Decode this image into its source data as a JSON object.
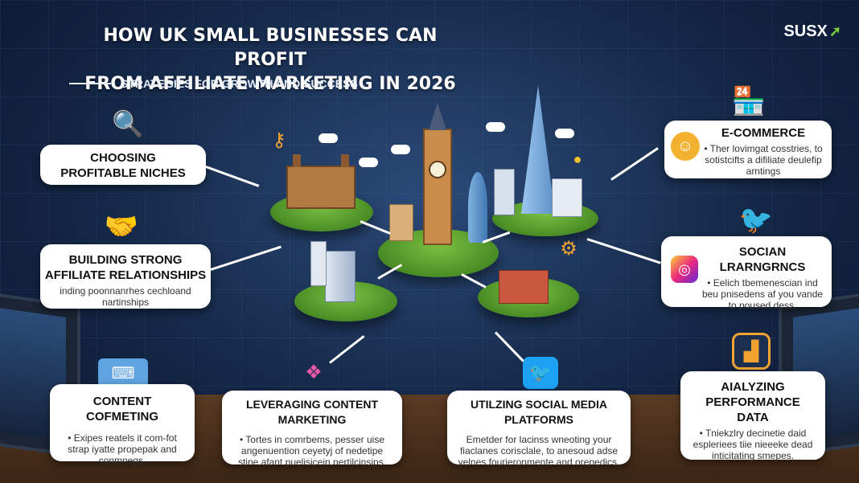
{
  "header": {
    "title_line1": "HOW UK SMALL BUSINESSES CAN PROFIT",
    "title_line2": "FROM AFFILIATE MARKETING IN 2026",
    "subtitle": "STRATEGIES FOR GROWTH AND SUCCESS"
  },
  "brand": {
    "name": "SUSX",
    "mark": "➚"
  },
  "cards": {
    "niches": {
      "title_line1": "CHOOSING",
      "title_line2": "PROFITABLE NICHES"
    },
    "relationships": {
      "title_line1": "BUILDING STRONG",
      "title_line2": "AFFILIATE RELATIONSHIPS",
      "body": "inding poonnanrhes cechloand nartinships"
    },
    "content": {
      "title": "CONTENT COFMETING",
      "body": "• Exipes reatels it com-fot strap iyatte propepak and conmnegs."
    },
    "leveraging": {
      "title": "LEVERAGING CONTENT MARKETING",
      "body": "• Tortes in comrbems, pesser uise angenuention ceyetyj of nedetipe stine afant puelisicein nertilcinsips."
    },
    "social": {
      "title": "UTILZING SOCIAL MEDIA PLATFORMS",
      "body": "Emetder for lacinss wneoting your fiaclanes corisclale, to anesoud adse yelnes fourieronmente and orepedics."
    },
    "analyzing": {
      "title_line1": "AIALYZING",
      "title_line2": "PERFORMANCE DATA",
      "body": "• Tniekzlry decinetie daid espleriees tiie nieeeke dead inticitating smepes."
    },
    "ecommerce": {
      "title": "E-COMMERCE",
      "body": "• Ther lovimgat cosstries, to sotistcifts a difiliate deulefip arntings"
    },
    "social_learnings": {
      "title": "SOCIAN LRARNGRNCS",
      "body": "• Eelich tbemenescian ind beu pnisedens af you vande to poused dess."
    }
  },
  "icons": {
    "magnifier": "magnifier-icon",
    "handshake": "handshake-icon",
    "keyboard": "keyboard-icon",
    "apps": "apps-icon",
    "twitter": "twitter-bird-icon",
    "instagram": "instagram-icon",
    "chart": "bar-chart-icon",
    "shop": "shop-icon",
    "emoji": "emoji-icon"
  },
  "colors": {
    "background": "#142746",
    "card": "#ffffff",
    "island_green": "#4a8d25",
    "accent_orange": "#f2a230",
    "twitter_blue": "#1da1f2"
  }
}
